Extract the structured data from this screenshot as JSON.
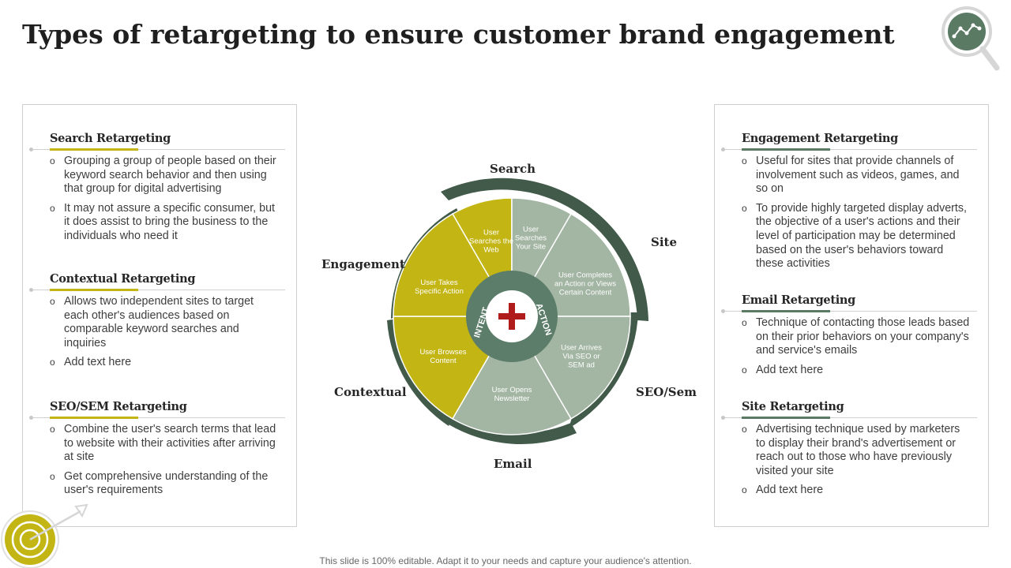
{
  "title": "Types of retargeting to ensure customer brand engagement",
  "left_panel": {
    "sections": [
      {
        "title": "Search Retargeting",
        "bullets": [
          "Grouping a group of people based on their keyword search behavior and then using that group for digital advertising",
          "It may not assure a specific consumer, but it does assist to bring the business to the individuals who need it"
        ]
      },
      {
        "title": "Contextual Retargeting",
        "bullets": [
          "Allows two independent sites to target each other's audiences based on comparable keyword searches and inquiries",
          "Add text here"
        ]
      },
      {
        "title": "SEO/SEM Retargeting",
        "bullets": [
          "Combine the user's search terms that lead to website with their activities after arriving at site",
          "Get comprehensive understanding of the user's requirements"
        ]
      }
    ]
  },
  "right_panel": {
    "sections": [
      {
        "title": "Engagement Retargeting",
        "bullets": [
          "Useful for sites that provide channels of involvement such as videos, games, and so on",
          "To provide highly targeted display adverts, the objective of a user's actions and their level of participation may be determined based on the user's behaviors toward these activities"
        ]
      },
      {
        "title": "Email Retargeting",
        "bullets": [
          "Technique of contacting those leads based on their prior behaviors on your company's and service's emails",
          "Add text here"
        ]
      },
      {
        "title": "Site Retargeting",
        "bullets": [
          "Advertising technique used by marketers to display their brand's advertisement or reach out to those who have previously visited your site",
          "Add text here"
        ]
      }
    ]
  },
  "wheel": {
    "labels": {
      "search": "Search",
      "site": "Site",
      "seo_sem": "SEO/Sem",
      "email": "Email",
      "contextual": "Contextual",
      "engagement": "Engagement"
    },
    "segments": {
      "user_searches_web": "User Searches the Web",
      "user_searches_site": "User Searches Your Site",
      "user_completes": "User Completes an Action or Views Certain Content",
      "user_arrives": "User Arrives Via SEO or SEM ad",
      "user_opens": "User Opens Newsletter",
      "user_browses": "User Browses Content",
      "user_takes": "User Takes Specific Action"
    },
    "center": {
      "intent": "INTENT",
      "action": "ACTION",
      "icon": "plus-icon"
    },
    "colors": {
      "yellow": "#c3b513",
      "sage": "#a3b5a3",
      "dark": "#425a4a",
      "ring": "#5c7d69",
      "red": "#b01c1c"
    }
  },
  "footer": "This slide is 100% editable. Adapt it to your needs and capture your audience's attention."
}
